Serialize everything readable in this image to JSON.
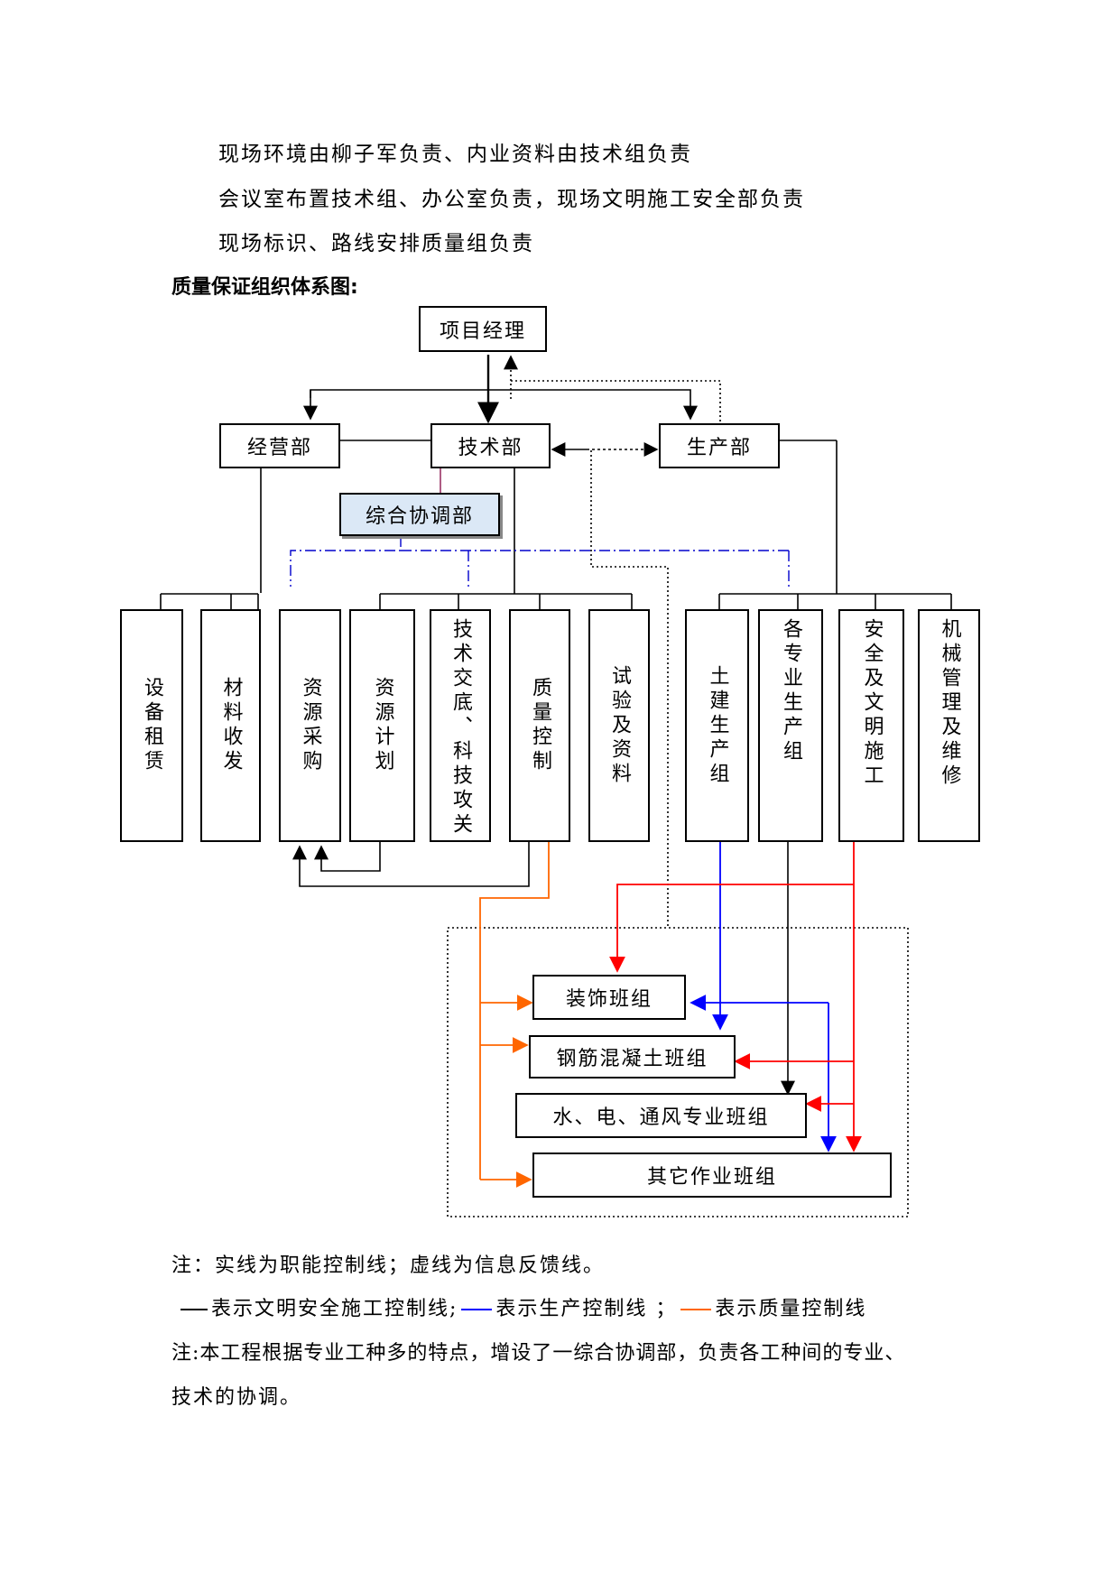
{
  "intro_lines": [
    "现场环境由柳子军负责、内业资料由技术组负责",
    "会议室布置技术组、办公室负责，现场文明施工安全部负责",
    "现场标识、路线安排质量组负责"
  ],
  "heading": "质量保证组织体系图:",
  "diagram": {
    "top": "项目经理",
    "departments": {
      "business": "经营部",
      "tech": "技术部",
      "production": "生产部"
    },
    "coordination": "综合协调部",
    "left_units": [
      "设备租赁",
      "材料收发",
      "资源采购",
      "资源计划",
      "技术交底、科技攻关",
      "质量控制",
      "试验及资料"
    ],
    "right_units": [
      "土建生产组",
      "各专业生产组",
      "安全及文明施工",
      "机械管理及维修"
    ],
    "teams": [
      "装饰班组",
      "钢筋混凝土班组",
      "水、电、通风专业班组",
      "其它作业班组"
    ],
    "colors": {
      "safety": "#ff0000",
      "production": "#0000ff",
      "quality": "#ff6600",
      "coordination": "#0000cc"
    }
  },
  "notes": {
    "note1": "注：实线为职能控制线；虚线为信息反馈线。",
    "legend": {
      "safety": "表示文明安全施工控制线;",
      "production": "表示生产控制线 ；",
      "quality": "表示质量控制线"
    },
    "note2_line1": "注:本工程根据专业工种多的特点，增设了一综合协调部，负责各工种间的专业、",
    "note2_line2": "技术的协调。"
  }
}
